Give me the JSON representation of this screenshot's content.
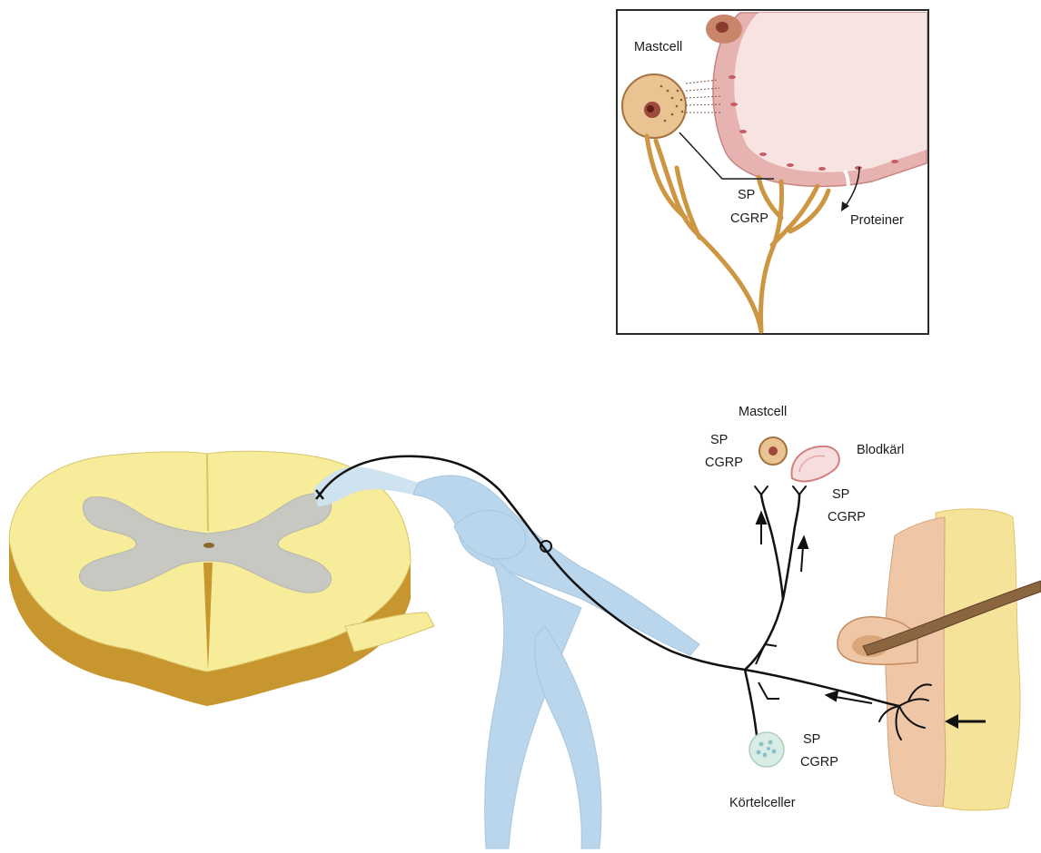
{
  "inset": {
    "mastcell": "Mastcell",
    "sp": "SP",
    "cgrp": "CGRP",
    "proteiner": "Proteiner"
  },
  "main": {
    "mastcell": "Mastcell",
    "blodkarl": "Blodkärl",
    "sp_mast": "SP",
    "cgrp_mast": "CGRP",
    "sp_vessel": "SP",
    "cgrp_vessel": "CGRP",
    "sp_gland": "SP",
    "cgrp_gland": "CGRP",
    "kortelceller": "Körtelceller"
  },
  "colors": {
    "nerve": "#111111",
    "inset_nerve": "#c9933a",
    "spinal_white": "#f7ec9a",
    "spinal_grey": "#c8c8c2",
    "spinal_side": "#c8962f",
    "ganglion": "#b9d6ec",
    "skin_outer": "#efc7a6",
    "skin_inner": "#f6e39a",
    "vessel": "#f6dede",
    "vessel_wall": "#e7a7a7"
  }
}
